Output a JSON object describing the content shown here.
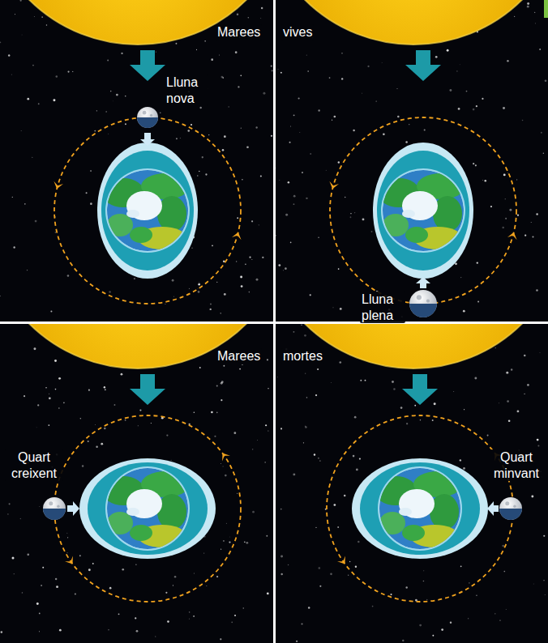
{
  "diagram": {
    "labels": [
      "Marees",
      "vives",
      "Lluna nova",
      "Lluna plena",
      "Marees",
      "mortes",
      "Quart creixent",
      "Quart minvant"
    ]
  }
}
